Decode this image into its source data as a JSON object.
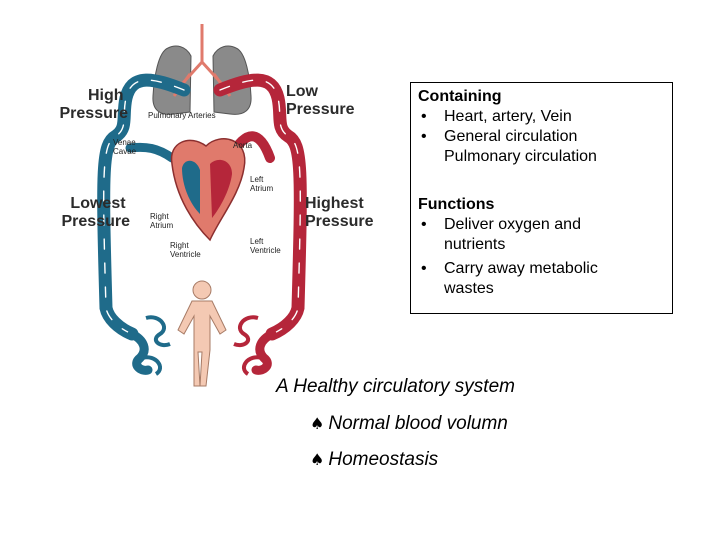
{
  "diagram": {
    "pressure_labels": {
      "high": [
        "High",
        "Pressure"
      ],
      "low": [
        "Low",
        "Pressure"
      ],
      "lowest": [
        "Lowest",
        "Pressure"
      ],
      "highest": [
        "Highest",
        "Pressure"
      ]
    },
    "anatomy_labels": {
      "pulmonary_arteries": "Pulmonary Arteries",
      "venae_cavae": [
        "Venae",
        "Cavae"
      ],
      "aorta": "Aorta",
      "left_atrium": [
        "Left",
        "Atrium"
      ],
      "right_atrium": [
        "Right",
        "Atrium"
      ],
      "right_ventricle": [
        "Right",
        "Ventricle"
      ],
      "left_ventricle": [
        "Left",
        "Ventricle"
      ]
    },
    "colors": {
      "arterial": "#b5263a",
      "venous": "#1f6b8a",
      "lung": "#8a8a8a",
      "heart": "#e07a6c",
      "body": "#f4c9b3"
    }
  },
  "info": {
    "containing_title": "Containing",
    "containing_items": [
      "Heart, artery, Vein",
      "General circulation"
    ],
    "containing_continuation": "Pulmonary circulation",
    "functions_title": "Functions",
    "function_items": [
      [
        "Deliver oxygen and",
        "nutrients"
      ],
      [
        "Carry away metabolic",
        "wastes"
      ]
    ],
    "bullet": "•"
  },
  "caption": "A Healthy circulatory system",
  "notes": [
    "Normal blood volumn",
    "Homeostasis"
  ],
  "note_symbol": "♠"
}
